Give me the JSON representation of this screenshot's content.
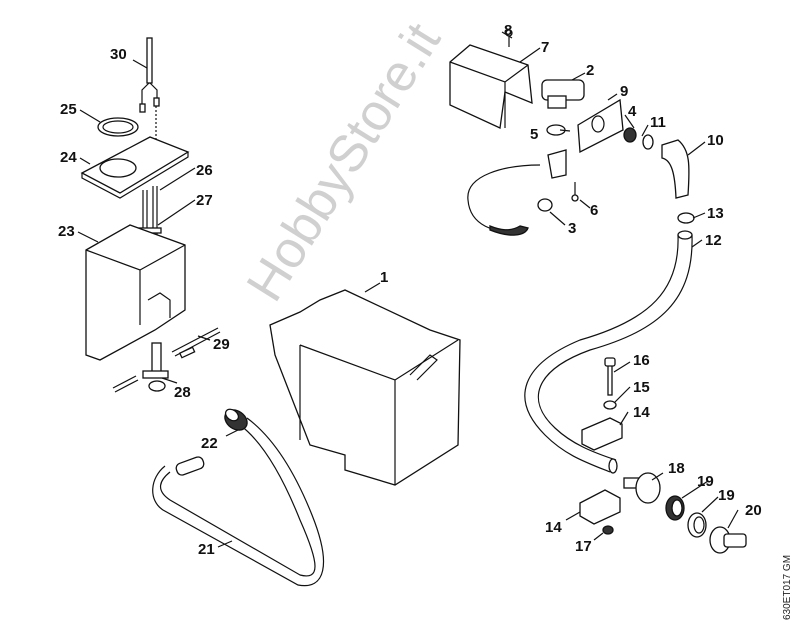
{
  "diagram": {
    "type": "exploded-parts-diagram",
    "watermark": "HobbyStore.it",
    "drawing_code": "630ET017 GM",
    "callouts": [
      {
        "id": "1",
        "label": "1"
      },
      {
        "id": "2",
        "label": "2"
      },
      {
        "id": "3",
        "label": "3"
      },
      {
        "id": "4",
        "label": "4"
      },
      {
        "id": "5",
        "label": "5"
      },
      {
        "id": "6",
        "label": "6"
      },
      {
        "id": "7",
        "label": "7"
      },
      {
        "id": "8",
        "label": "8"
      },
      {
        "id": "9",
        "label": "9"
      },
      {
        "id": "10",
        "label": "10"
      },
      {
        "id": "11",
        "label": "11"
      },
      {
        "id": "12",
        "label": "12"
      },
      {
        "id": "13",
        "label": "13"
      },
      {
        "id": "14a",
        "label": "14"
      },
      {
        "id": "14b",
        "label": "14"
      },
      {
        "id": "15",
        "label": "15"
      },
      {
        "id": "16",
        "label": "16"
      },
      {
        "id": "17",
        "label": "17"
      },
      {
        "id": "18",
        "label": "18"
      },
      {
        "id": "19a",
        "label": "19"
      },
      {
        "id": "19b",
        "label": "19"
      },
      {
        "id": "20",
        "label": "20"
      },
      {
        "id": "21",
        "label": "21"
      },
      {
        "id": "22",
        "label": "22"
      },
      {
        "id": "23",
        "label": "23"
      },
      {
        "id": "24",
        "label": "24"
      },
      {
        "id": "25",
        "label": "25"
      },
      {
        "id": "26",
        "label": "26"
      },
      {
        "id": "27",
        "label": "27"
      },
      {
        "id": "28",
        "label": "28"
      },
      {
        "id": "29",
        "label": "29"
      },
      {
        "id": "30",
        "label": "30"
      }
    ]
  }
}
